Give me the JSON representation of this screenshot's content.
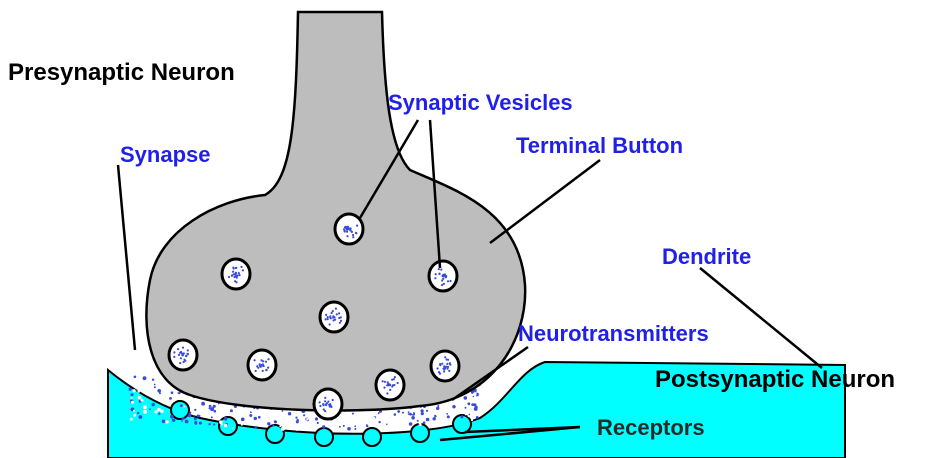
{
  "labels": {
    "presynaptic_neuron": "Presynaptic Neuron",
    "synaptic_vesicles": "Synaptic Vesicles",
    "terminal_button": "Terminal Button",
    "synapse": "Synapse",
    "dendrite": "Dendrite",
    "neurotransmitters": "Neurotransmitters",
    "postsynaptic_neuron": "Postsynaptic Neuron",
    "receptors": "Receptors"
  },
  "colors": {
    "neuron_fill": "#bdbdbd",
    "postsynaptic_fill": "#00ffff",
    "label_blue": "#2020e8",
    "label_dark": "#2a2a2a",
    "outline": "#000000",
    "vesicle_dots": "#3a4bd8"
  },
  "vesicle_count": 9
}
